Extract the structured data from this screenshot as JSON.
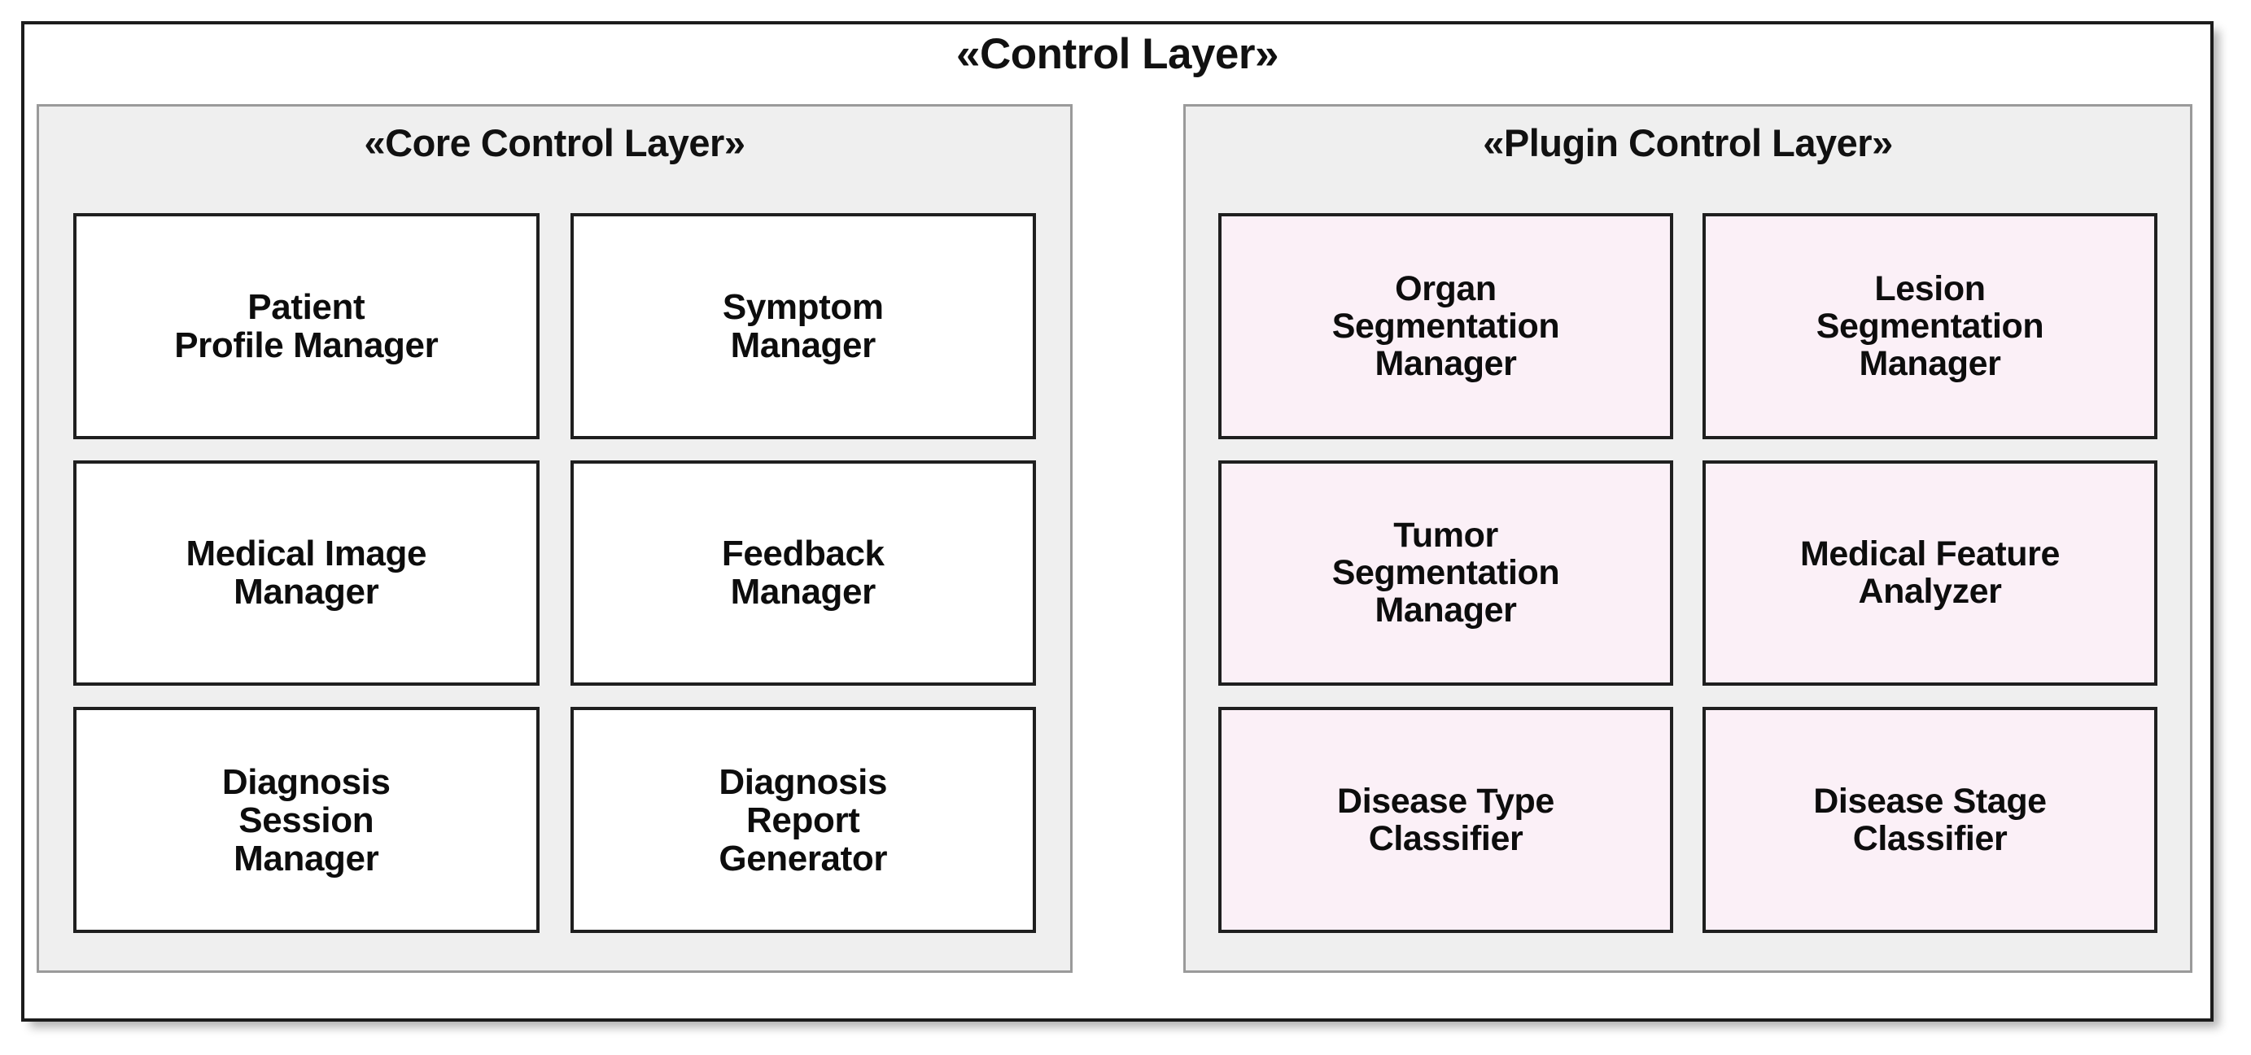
{
  "diagram": {
    "title": "«Control Layer»",
    "panels": [
      {
        "key": "core",
        "title": "«Core Control Layer»",
        "box_fill": "#FFFFFF",
        "box_border": "#1F1F1F",
        "panel_fill": "#EFEFEF",
        "panel_border": "#9A9A9A",
        "boxes": [
          {
            "label": "Patient\nProfile Manager"
          },
          {
            "label": "Symptom\nManager"
          },
          {
            "label": "Medical Image\nManager"
          },
          {
            "label": "Feedback\nManager"
          },
          {
            "label": "Diagnosis\nSession\nManager"
          },
          {
            "label": "Diagnosis\nReport\nGenerator"
          }
        ]
      },
      {
        "key": "plugin",
        "title": "«Plugin Control Layer»",
        "box_fill": "#FBF0F7",
        "box_border": "#1F1F1F",
        "panel_fill": "#EFEFEF",
        "panel_border": "#9A9A9A",
        "boxes": [
          {
            "label": "Organ\nSegmentation\nManager"
          },
          {
            "label": "Lesion\nSegmentation\nManager"
          },
          {
            "label": "Tumor\nSegmentation\nManager"
          },
          {
            "label": "Medical Feature\nAnalyzer"
          },
          {
            "label": "Disease Type\nClassifier"
          },
          {
            "label": "Disease Stage\nClassifier"
          }
        ]
      }
    ],
    "colors": {
      "outer_border": "#1C1C1C",
      "outer_fill": "#FFFFFF",
      "text": "#0D0D0D"
    }
  }
}
